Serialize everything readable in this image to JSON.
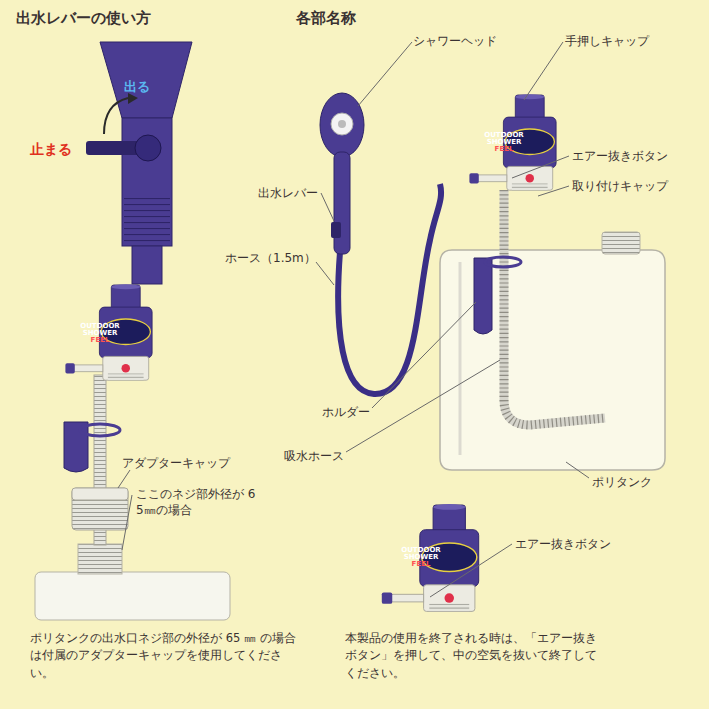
{
  "diagram": {
    "labels": [
      "出水レバーの使い方",
      "各部名称",
      "出る",
      "止まる",
      "シャワーヘッド",
      "手押しキャップ",
      "OUTDOOR",
      "SHOWER",
      "FEEL",
      "エアー抜きボタン",
      "取り付けキャップ",
      "出水レバー",
      "ホース（1.5m）",
      "ホルダー",
      "吸水ホース",
      "ポリタンク",
      "OUTDOOR",
      "SHOWER",
      "FEEL",
      "アダプターキャップ",
      "ここのネジ部外径が 65㎜の場合",
      "OUTDOOR",
      "SHOWER",
      "FEEL",
      "エアー抜きボタン",
      "ポリタンクの出水口ネジ部の外径が 65 ㎜ の場合は付属のアダプターキャップを使用してください。",
      "本製品の使用を終了される時は、「エアー抜きボタン」を押して、中の空気を抜いて終了してください。"
    ]
  }
}
